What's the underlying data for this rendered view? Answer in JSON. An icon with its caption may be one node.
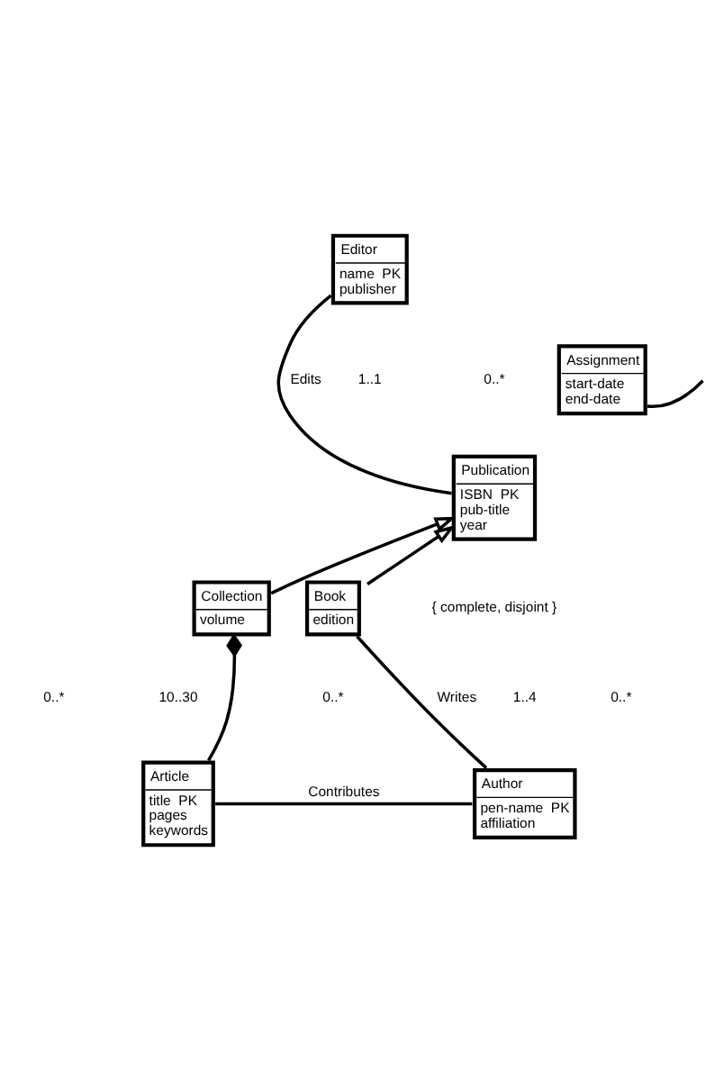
{
  "diagram": {
    "nodes": [
      {
        "text": [
          "Editor",
          "name  PK",
          "publisher"
        ]
      },
      {
        "text": [
          "Assignment",
          "start-date",
          "end-date"
        ]
      },
      {
        "text": [
          "Publication",
          "ISBN  PK",
          "pub-title",
          "year"
        ]
      },
      {
        "text": [
          "Collection",
          "volume"
        ]
      },
      {
        "text": [
          "Book",
          "edition"
        ]
      },
      {
        "text": [
          "Article",
          "title  PK",
          "pages",
          "keywords"
        ]
      },
      {
        "text": [
          "Author",
          "pen-name  PK",
          "affiliation"
        ]
      }
    ],
    "edges": [
      {
        "from": 0,
        "to": 2,
        "arrow": "none",
        "label": "Edits"
      },
      {
        "from": 1,
        "to": null,
        "arrow": "none"
      },
      {
        "from": 3,
        "to": 2,
        "arrow": "to"
      },
      {
        "from": 4,
        "to": 2,
        "arrow": "to"
      },
      {
        "from": 3,
        "to": 5,
        "arrow": "other"
      },
      {
        "from": 4,
        "to": 6,
        "arrow": "none",
        "label": "Writes"
      },
      {
        "from": 5,
        "to": 6,
        "arrow": "none",
        "label": "Contributes"
      }
    ],
    "labels": [
      "1..1",
      "0..*",
      "{ complete, disjoint }",
      "0..*",
      "10..30",
      "0..*",
      "0..*",
      "1..4"
    ]
  }
}
